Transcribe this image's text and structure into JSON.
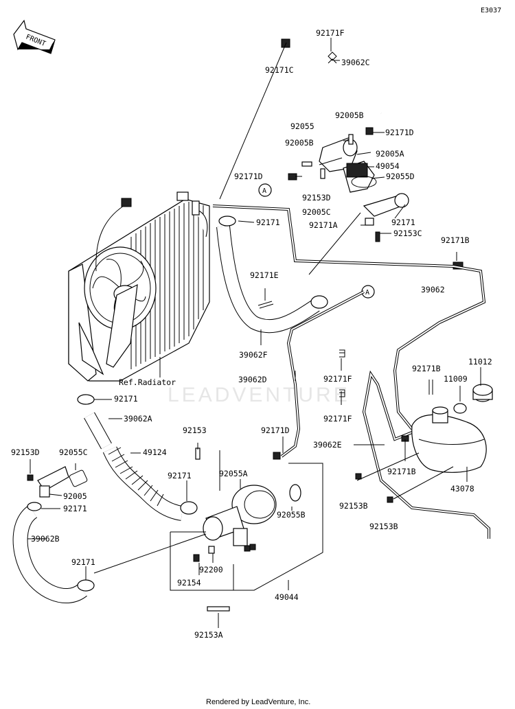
{
  "diagram": {
    "code": "E3037",
    "direction_label": "FRONT",
    "reference_label": "Ref.Radiator",
    "watermark": "LEADVENTURE",
    "callout_letter": "A",
    "footer": "Rendered by LeadVenture, Inc."
  },
  "part_labels": {
    "l92171F_top": "92171F",
    "l39062C": "39062C",
    "l92171C": "92171C",
    "l92005B_a": "92005B",
    "l92055": "92055",
    "l92171D_a": "92171D",
    "l92005B_b": "92005B",
    "l92005A": "92005A",
    "l49054": "49054",
    "l92171D_b": "92171D",
    "l92153D_top": "92153D",
    "l92055D": "92055D",
    "l92005C": "92005C",
    "l92171_top": "92171",
    "l92171_right": "92171",
    "l92171A": "92171A",
    "l92153C": "92153C",
    "l92171B_a": "92171B",
    "l92171E": "92171E",
    "l39062": "39062",
    "l39062F": "39062F",
    "l92171F_b": "92171F",
    "l92171B_b": "92171B",
    "l11012": "11012",
    "l11009": "11009",
    "l39062D": "39062D",
    "l92171F_c": "92171F",
    "l92171_left": "92171",
    "l39062A": "39062A",
    "l92153": "92153",
    "l92171D_c": "92171D",
    "l39062E": "39062E",
    "l92171B_c": "92171B",
    "l92153D_left": "92153D",
    "l92055C": "92055C",
    "l49124": "49124",
    "l92171_mid": "92171",
    "l92055A": "92055A",
    "l92005": "92005",
    "l92171_leftb": "92171",
    "l92055B": "92055B",
    "l92153B_a": "92153B",
    "l43078": "43078",
    "l92153B_b": "92153B",
    "l39062B": "39062B",
    "l92200": "92200",
    "l92171_bottom": "92171",
    "l92154": "92154",
    "l49044": "49044",
    "l92153A": "92153A"
  }
}
